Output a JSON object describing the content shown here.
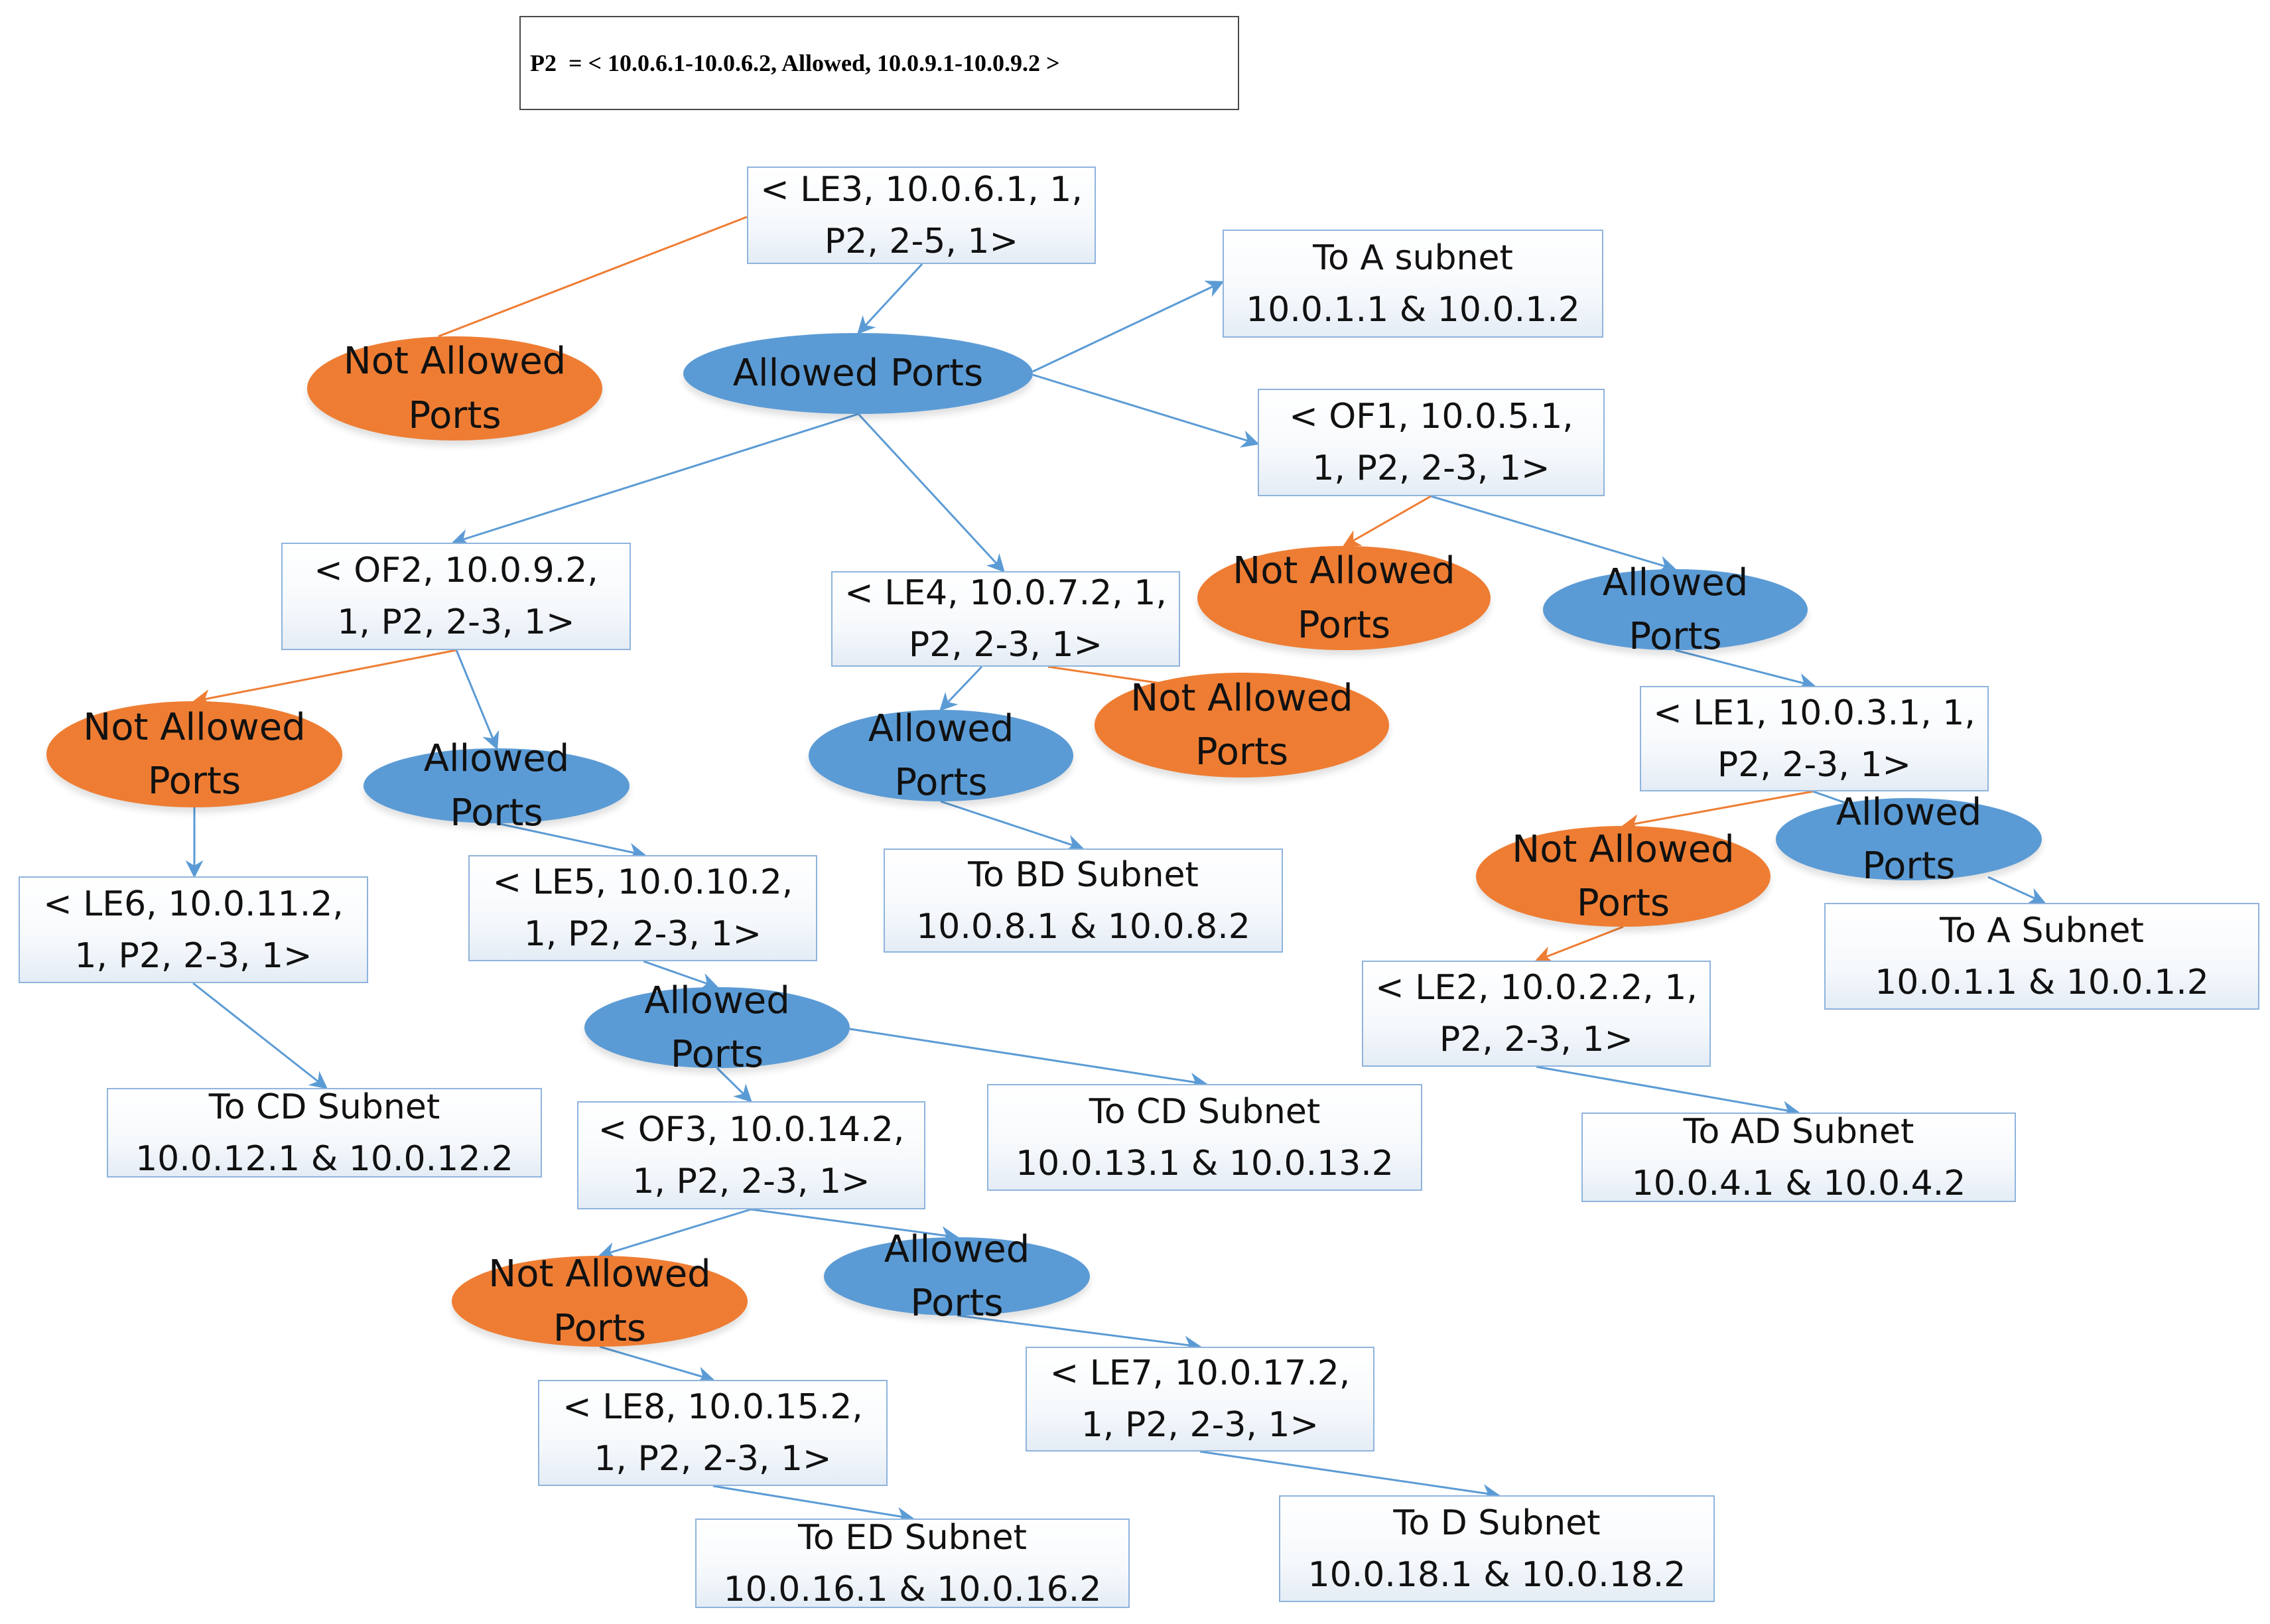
{
  "header": {
    "text": "P2  = < 10.0.6.1-10.0.6.2, Allowed, 10.0.9.1-10.0.9.2 >"
  },
  "colors": {
    "not_allowed": "#ee7d33",
    "allowed": "#5b9bd5",
    "box_border": "#8fb4dc",
    "blue_line": "#5b9bd5",
    "orange_line": "#ee7d33"
  },
  "nodes": {
    "le3": {
      "line1": "< LE3, 10.0.6.1, 1,",
      "line2": "P2, 2-5, 1>"
    },
    "na_le3": {
      "line1": "Not Allowed",
      "line2": "Ports"
    },
    "al_le3": {
      "line1": "Allowed Ports"
    },
    "to_a_1": {
      "line1": "To A subnet",
      "line2": "10.0.1.1 & 10.0.1.2"
    },
    "of1": {
      "line1": "< OF1, 10.0.5.1,",
      "line2": "1, P2, 2-3, 1>"
    },
    "na_of1": {
      "line1": "Not Allowed",
      "line2": "Ports"
    },
    "al_of1": {
      "line1": "Allowed",
      "line2": "Ports"
    },
    "le1": {
      "line1": "< LE1, 10.0.3.1, 1,",
      "line2": "P2, 2-3, 1>"
    },
    "na_le1": {
      "line1": "Not Allowed",
      "line2": "Ports"
    },
    "al_le1": {
      "line1": "Allowed",
      "line2": "Ports"
    },
    "to_a_2": {
      "line1": "To A Subnet",
      "line2": "10.0.1.1 & 10.0.1.2"
    },
    "le2": {
      "line1": "< LE2, 10.0.2.2, 1,",
      "line2": "P2, 2-3, 1>"
    },
    "to_ad": {
      "line1": "To AD Subnet",
      "line2": "10.0.4.1 & 10.0.4.2"
    },
    "of2": {
      "line1": "< OF2, 10.0.9.2,",
      "line2": "1, P2, 2-3, 1>"
    },
    "na_of2": {
      "line1": "Not Allowed",
      "line2": "Ports"
    },
    "al_of2": {
      "line1": "Allowed",
      "line2": "Ports"
    },
    "le6": {
      "line1": "< LE6, 10.0.11.2,",
      "line2": "1, P2, 2-3, 1>"
    },
    "to_cd_1": {
      "line1": "To CD Subnet",
      "line2": "10.0.12.1 & 10.0.12.2"
    },
    "le5": {
      "line1": "< LE5, 10.0.10.2,",
      "line2": "1, P2, 2-3, 1>"
    },
    "al_le5": {
      "line1": "Allowed",
      "line2": "Ports"
    },
    "to_cd_2": {
      "line1": "To CD Subnet",
      "line2": "10.0.13.1 & 10.0.13.2"
    },
    "of3": {
      "line1": "< OF3, 10.0.14.2,",
      "line2": "1, P2, 2-3, 1>"
    },
    "na_of3": {
      "line1": "Not Allowed",
      "line2": "Ports"
    },
    "al_of3": {
      "line1": "Allowed",
      "line2": "Ports"
    },
    "le8": {
      "line1": "< LE8, 10.0.15.2,",
      "line2": "1, P2, 2-3, 1>"
    },
    "to_ed": {
      "line1": "To ED Subnet",
      "line2": "10.0.16.1 & 10.0.16.2"
    },
    "le7": {
      "line1": "< LE7, 10.0.17.2,",
      "line2": "1, P2, 2-3, 1>"
    },
    "to_d": {
      "line1": "To D Subnet",
      "line2": "10.0.18.1 & 10.0.18.2"
    },
    "le4": {
      "line1": "< LE4, 10.0.7.2, 1,",
      "line2": "P2, 2-3, 1>"
    },
    "al_le4": {
      "line1": "Allowed",
      "line2": "Ports"
    },
    "na_le4": {
      "line1": "Not Allowed",
      "line2": "Ports"
    },
    "to_bd": {
      "line1": "To BD Subnet",
      "line2": "10.0.8.1 & 10.0.8.2"
    }
  }
}
